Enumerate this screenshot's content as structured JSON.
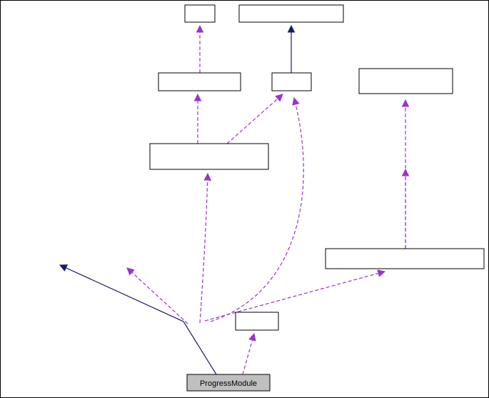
{
  "diagram": {
    "type": "collaboration-graph",
    "main_node": {
      "label": "ProgressModule"
    },
    "nodes": [
      {
        "id": "node-top-small",
        "label": ""
      },
      {
        "id": "node-top-wide",
        "label": ""
      },
      {
        "id": "node-mid-left",
        "label": ""
      },
      {
        "id": "node-mid-center",
        "label": ""
      },
      {
        "id": "node-mid-right",
        "label": ""
      },
      {
        "id": "node-center-large",
        "label": ""
      },
      {
        "id": "node-right-long",
        "label": ""
      },
      {
        "id": "node-bottom-small",
        "label": ""
      }
    ],
    "edges": [
      {
        "from": "node-mid-left",
        "to": "node-top-small",
        "style": "dashed"
      },
      {
        "from": "node-mid-center",
        "to": "node-top-wide",
        "style": "solid"
      },
      {
        "from": "node-center-large",
        "to": "node-mid-left",
        "style": "dashed"
      },
      {
        "from": "node-center-large",
        "to": "node-mid-center",
        "style": "dashed"
      },
      {
        "from": "node-right-long",
        "to": "node-mid-right",
        "style": "dashed"
      },
      {
        "from": "node-right-long",
        "to": "node-mid-right",
        "style": "dashed"
      },
      {
        "from": "progress-module",
        "to": "left-edge-target",
        "style": "solid"
      },
      {
        "from": "junction",
        "to": "upper-left-target",
        "style": "dashed"
      },
      {
        "from": "junction",
        "to": "node-center-large",
        "style": "dashed"
      },
      {
        "from": "progress-module",
        "to": "node-bottom-small",
        "style": "dashed"
      },
      {
        "from": "junction",
        "to": "node-right-long",
        "style": "dashed"
      },
      {
        "from": "junction",
        "to": "node-mid-center",
        "style": "dashed"
      }
    ],
    "colors": {
      "edge-solid": "#191970",
      "edge-dashed": "#9a32cd",
      "node-fill": "#ffffff",
      "node-border": "#000000",
      "main-fill": "#bfbfbf",
      "frame": "#000000"
    }
  }
}
